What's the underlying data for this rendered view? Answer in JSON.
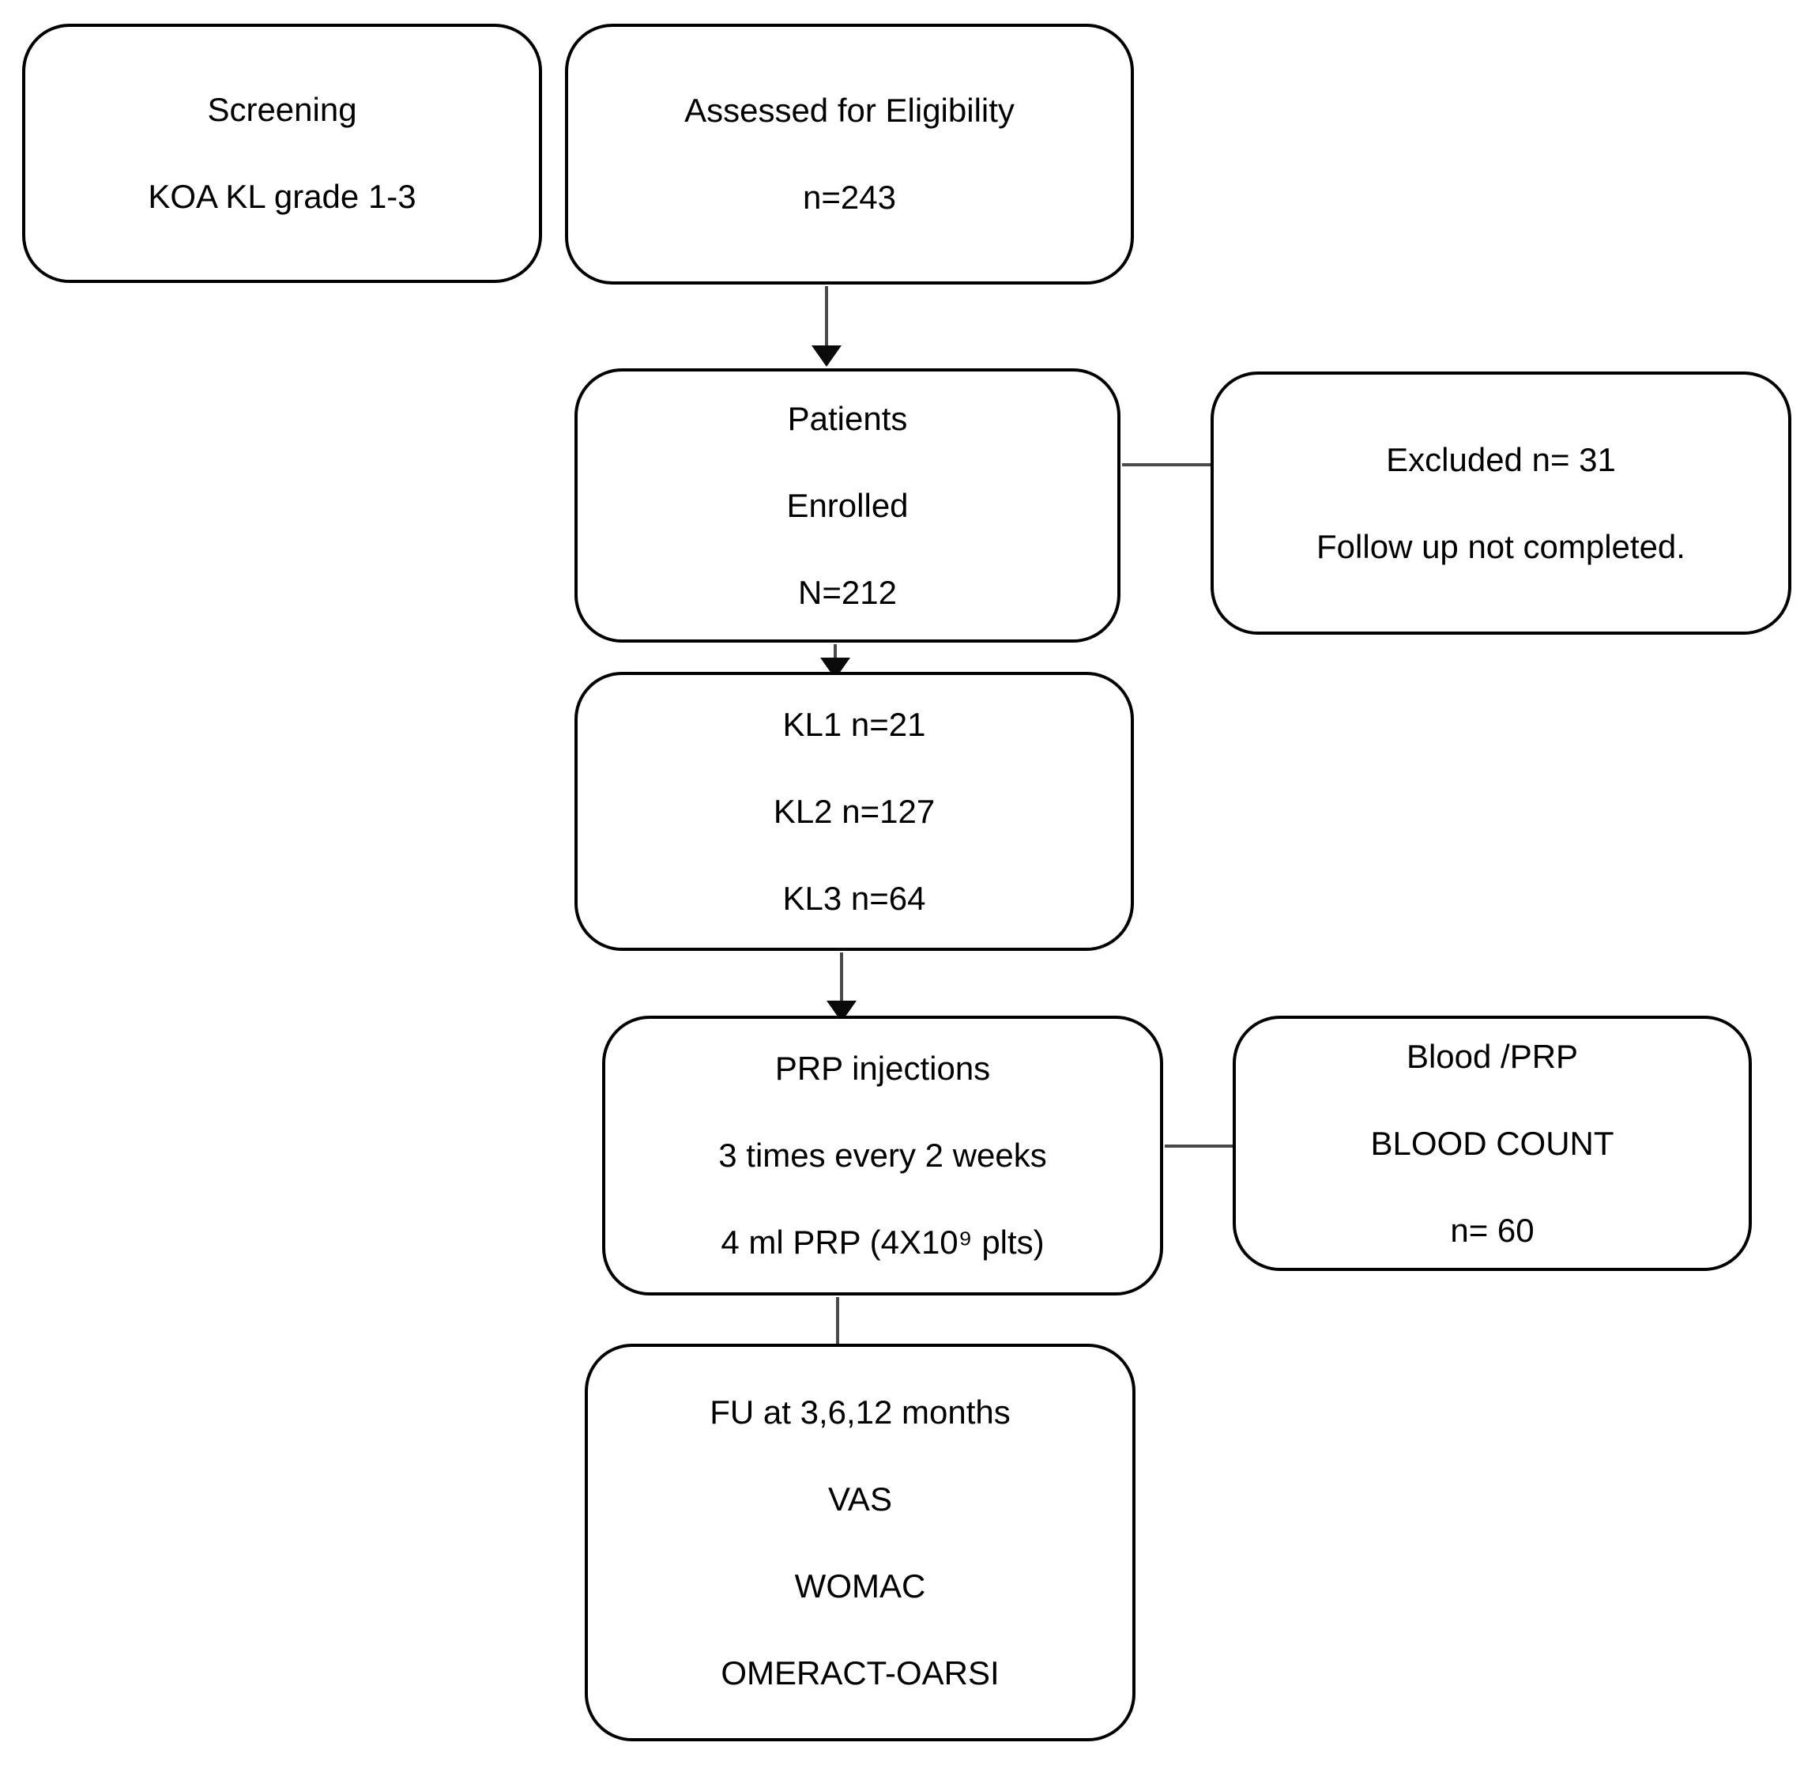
{
  "diagram": {
    "type": "flowchart",
    "colors": {
      "background": "#ffffff",
      "box_border": "#000000",
      "text": "#000000",
      "arrow_shaft": "#4a4a4a",
      "arrow_head": "#0a0a0a"
    },
    "boxes": {
      "screening": {
        "lines": [
          "Screening",
          "KOA KL grade 1-3"
        ]
      },
      "assessed_for_eligibility": {
        "lines": [
          "Assessed for Eligibility",
          "n=243"
        ]
      },
      "patients_enrolled": {
        "lines": [
          "Patients",
          "Enrolled",
          "N=212"
        ]
      },
      "excluded": {
        "lines": [
          "Excluded n= 31",
          "Follow up not completed."
        ]
      },
      "kl_grades": {
        "lines": [
          "KL1 n=21",
          "KL2 n=127",
          "KL3 n=64"
        ]
      },
      "prp_injections": {
        "lines": [
          "PRP injections",
          "3 times every 2 weeks",
          "4 ml PRP (4X10⁹ plts)"
        ]
      },
      "blood_prp": {
        "lines": [
          "Blood /PRP",
          "BLOOD COUNT",
          "n= 60"
        ]
      },
      "follow_up": {
        "lines": [
          "FU at 3,6,12 months",
          "VAS",
          "WOMAC",
          "OMERACT-OARSI"
        ]
      }
    },
    "arrows": [
      {
        "from": "assessed_for_eligibility",
        "to": "patients_enrolled",
        "direction": "down"
      },
      {
        "from": "patients_enrolled",
        "to": "excluded",
        "direction": "right"
      },
      {
        "from": "patients_enrolled",
        "to": "kl_grades",
        "direction": "down"
      },
      {
        "from": "kl_grades",
        "to": "prp_injections",
        "direction": "down"
      },
      {
        "from": "prp_injections",
        "to": "blood_prp",
        "direction": "right"
      },
      {
        "from": "prp_injections",
        "to": "follow_up",
        "direction": "down"
      }
    ]
  }
}
